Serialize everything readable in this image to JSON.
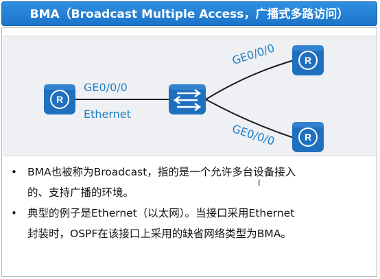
{
  "title": "BMA（Broadcast Multiple Access，广播式多路访问）",
  "diagram": {
    "left_port": "GE0/0/0",
    "left_link": "Ethernet",
    "upper_right_port": "GE0/0/0",
    "lower_right_port": "GE0/0/0",
    "icons": [
      "router-icon",
      "switch-icon",
      "router-icon",
      "router-icon"
    ],
    "colors": {
      "device": "#1f6fbf",
      "link": "#1a1a1a",
      "label": "#1e7fc4",
      "panel": "#eef0f4",
      "title_bar": "#1f7ed3"
    }
  },
  "bullets": [
    {
      "line1": "BMA也被称为Broadcast，指的是一个允许多台设备接入",
      "line2": "的、支持广播的环境。"
    },
    {
      "line1": "典型的例子是Ethernet（以太网）。当接口采用Ethernet",
      "line2": "封装时，OSPF在该接口上采用的缺省网络类型为BMA。"
    }
  ]
}
